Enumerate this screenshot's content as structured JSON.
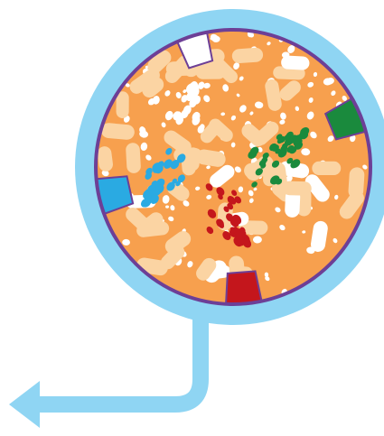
{
  "colors": {
    "ring": "#8fd5f3",
    "interior": "#f7a04e",
    "border": "#6d3f96",
    "capsule": "#fbd4a3",
    "capsule_white": "#ffffff",
    "dot_white": "#ffffff",
    "sector_white": "#ffffff",
    "sector_green": "#1a8a3d",
    "sector_blue": "#2aaae2",
    "sector_red": "#c4161c",
    "droplet_green": "#1a8a3d",
    "droplet_blue": "#2aaae2",
    "droplet_red": "#c4161c",
    "droplet_white": "#ffffff"
  },
  "icons": {
    "lens": "magnifier-ring-icon",
    "arrow": "bent-arrow-left-icon"
  },
  "chart_data": {
    "type": "diagram",
    "title": "",
    "description_items": [
      {
        "name": "white-sector",
        "spray": "white"
      },
      {
        "name": "green-sector",
        "spray": "green"
      },
      {
        "name": "blue-sector",
        "spray": "blue"
      },
      {
        "name": "red-sector",
        "spray": "red"
      }
    ]
  }
}
